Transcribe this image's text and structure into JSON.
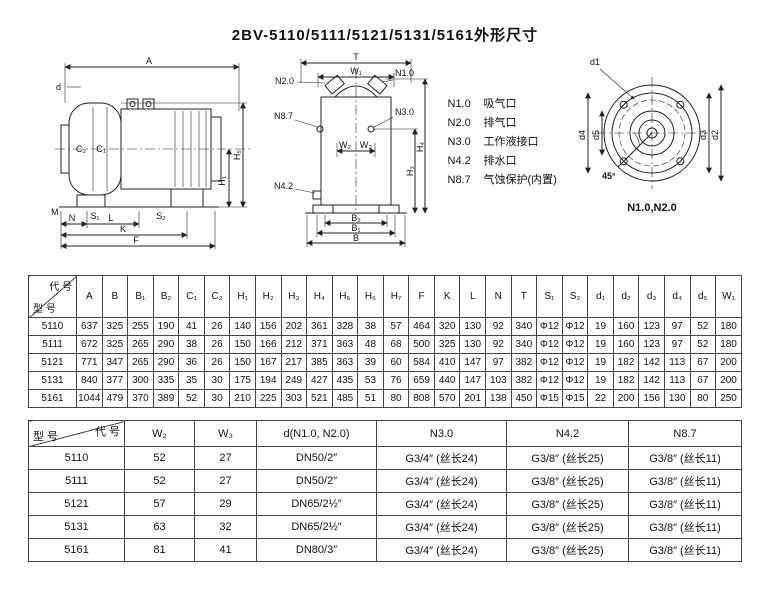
{
  "title": "2BV-5110/5111/5121/5131/5161外形尺寸",
  "legend": {
    "items": [
      {
        "code": "N1.0",
        "label": "吸气口"
      },
      {
        "code": "N2.0",
        "label": "排气口"
      },
      {
        "code": "N3.0",
        "label": "工作液接口"
      },
      {
        "code": "N4.2",
        "label": "排水口"
      },
      {
        "code": "N8.7",
        "label": "气蚀保护(内置)"
      }
    ]
  },
  "drawings": {
    "side_view": {
      "a": "A",
      "d": "d",
      "c2": "C₂",
      "c1": "C₁",
      "h1": "H₁",
      "h5": "H₅",
      "s1": "S₁",
      "s2": "S₂",
      "m": "M",
      "n": "N",
      "l": "L",
      "k": "K",
      "f": "F"
    },
    "front_view": {
      "t": "T",
      "w1": "W₁",
      "n20": "N2.0",
      "n10": "N1.0",
      "n87": "N8.7",
      "n30": "N3.0",
      "w2": "W₂",
      "w3": "W₃",
      "h4": "H₄",
      "h3": "H₃",
      "n42": "N4.2",
      "b2": "B₂",
      "b1": "B₁",
      "b": "B"
    },
    "end_view": {
      "d1": "d1",
      "d4": "d4",
      "d5": "d5",
      "d3": "d3",
      "d2": "d2",
      "angle": "45°",
      "caption": "N1.0,N2.0"
    }
  },
  "table1": {
    "corner_top": "代 号",
    "corner_bottom": "型 号",
    "headers": [
      "A",
      "B",
      "B₁",
      "B₂",
      "C₁",
      "C₂",
      "H₁",
      "H₂",
      "H₃",
      "H₄",
      "H₅",
      "H₆",
      "H₇",
      "F",
      "K",
      "L",
      "N",
      "T",
      "S₁",
      "S₂",
      "d₁",
      "d₂",
      "d₃",
      "d₄",
      "d₅",
      "W₁"
    ],
    "rows": [
      {
        "model": "5110",
        "values": [
          "637",
          "325",
          "255",
          "190",
          "41",
          "26",
          "140",
          "156",
          "202",
          "361",
          "328",
          "38",
          "57",
          "464",
          "320",
          "130",
          "92",
          "340",
          "Φ12",
          "Φ12",
          "19",
          "160",
          "123",
          "97",
          "52",
          "180"
        ]
      },
      {
        "model": "5111",
        "values": [
          "672",
          "325",
          "265",
          "290",
          "38",
          "26",
          "150",
          "166",
          "212",
          "371",
          "363",
          "48",
          "68",
          "500",
          "325",
          "130",
          "92",
          "340",
          "Φ12",
          "Φ12",
          "19",
          "160",
          "123",
          "97",
          "52",
          "180"
        ]
      },
      {
        "model": "5121",
        "values": [
          "771",
          "347",
          "265",
          "290",
          "36",
          "26",
          "150",
          "167",
          "217",
          "385",
          "363",
          "39",
          "60",
          "584",
          "410",
          "147",
          "97",
          "382",
          "Φ12",
          "Φ12",
          "19",
          "182",
          "142",
          "113",
          "67",
          "200"
        ]
      },
      {
        "model": "5131",
        "values": [
          "840",
          "377",
          "300",
          "335",
          "35",
          "30",
          "175",
          "194",
          "249",
          "427",
          "435",
          "53",
          "76",
          "659",
          "440",
          "147",
          "103",
          "382",
          "Φ12",
          "Φ12",
          "19",
          "182",
          "142",
          "113",
          "67",
          "200"
        ]
      },
      {
        "model": "5161",
        "values": [
          "1044",
          "479",
          "370",
          "389",
          "52",
          "30",
          "210",
          "225",
          "303",
          "521",
          "485",
          "51",
          "80",
          "808",
          "570",
          "201",
          "138",
          "450",
          "Φ15",
          "Φ15",
          "22",
          "200",
          "156",
          "130",
          "80",
          "250"
        ]
      }
    ]
  },
  "table2": {
    "corner_top": "代 号",
    "corner_bottom": "型 号",
    "headers": [
      "W₂",
      "W₃",
      "d(N1.0, N2.0)",
      "N3.0",
      "N4.2",
      "N8.7"
    ],
    "rows": [
      {
        "model": "5110",
        "values": [
          "52",
          "27",
          "DN50/2″",
          "G3/4″ (丝长24)",
          "G3/8″ (丝长25)",
          "G3/8″ (丝长11)"
        ]
      },
      {
        "model": "5111",
        "values": [
          "52",
          "27",
          "DN50/2″",
          "G3/4″ (丝长24)",
          "G3/8″ (丝长25)",
          "G3/8″ (丝长11)"
        ]
      },
      {
        "model": "5121",
        "values": [
          "57",
          "29",
          "DN65/2½″",
          "G3/4″ (丝长24)",
          "G3/8″ (丝长25)",
          "G3/8″ (丝长11)"
        ]
      },
      {
        "model": "5131",
        "values": [
          "63",
          "32",
          "DN65/2½″",
          "G3/4″ (丝长24)",
          "G3/8″ (丝长25)",
          "G3/8″ (丝长11)"
        ]
      },
      {
        "model": "5161",
        "values": [
          "81",
          "41",
          "DN80/3″",
          "G3/4″ (丝长24)",
          "G3/8″ (丝长25)",
          "G3/8″ (丝长11)"
        ]
      }
    ]
  }
}
